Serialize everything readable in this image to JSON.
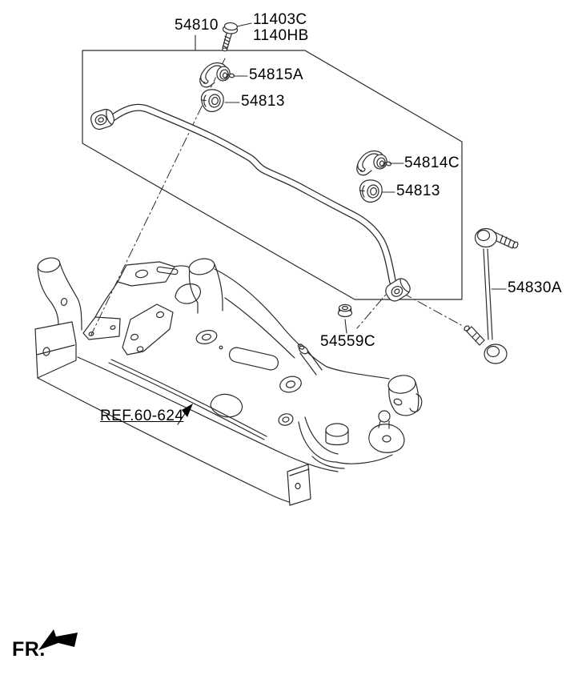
{
  "page": {
    "background": "#ffffff",
    "line_color": "#2b2b2b",
    "text_color": "#000000"
  },
  "labels": {
    "stabilizer_bar_assy": "54810",
    "bolt": "11403C",
    "bolt_alt": "1140HB",
    "bracket_left": "54815A",
    "bushing_left": "54813",
    "bracket_right": "54814C",
    "bushing_right": "54813",
    "link_assy": "54830A",
    "nut": "54559C",
    "crossmember_ref": "REF.60-624",
    "front_indicator": "FR."
  }
}
